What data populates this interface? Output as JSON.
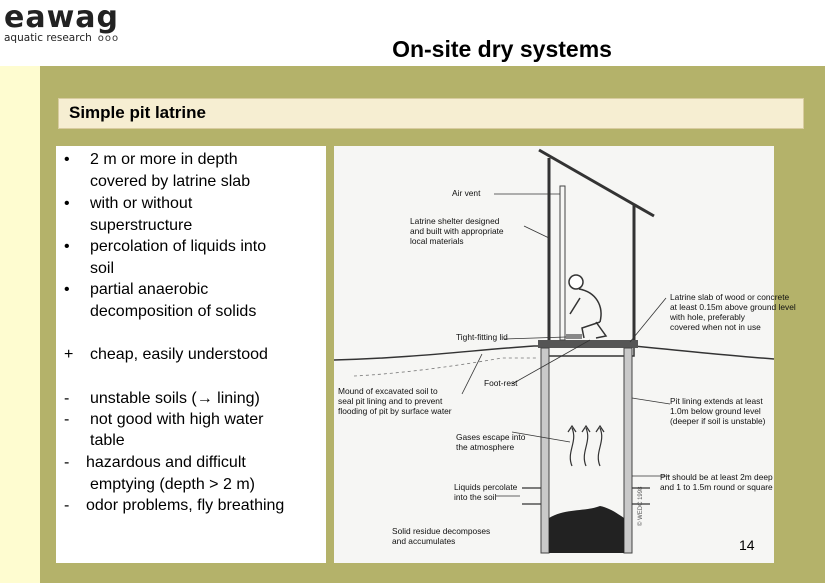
{
  "logo": {
    "word": "eawag",
    "sub": "aquatic research",
    "dots": "ooo"
  },
  "title": "On-site dry systems",
  "subtitle": "Simple pit latrine",
  "bullets": [
    {
      "marker": "•",
      "lines": [
        "2 m or more in depth",
        "covered by latrine slab"
      ]
    },
    {
      "marker": "•",
      "lines": [
        "with or without",
        "superstructure"
      ]
    },
    {
      "marker": "•",
      "lines": [
        "percolation of liquids into",
        "soil"
      ]
    },
    {
      "marker": "•",
      "lines": [
        "partial anaerobic",
        "decomposition of solids"
      ]
    }
  ],
  "pros": [
    {
      "marker": "+",
      "lines": [
        "cheap, easily understood"
      ]
    }
  ],
  "cons": [
    {
      "marker": "-",
      "lines": [
        "unstable soils (→ lining)"
      ]
    },
    {
      "marker": "-",
      "lines": [
        "not good with high water",
        "table"
      ]
    },
    {
      "marker": "-",
      "lines": [
        "hazardous and difficult",
        "emptying (depth > 2 m)"
      ]
    },
    {
      "marker": "-",
      "lines": [
        "odor problems, fly breathing"
      ]
    }
  ],
  "diagram": {
    "labels": {
      "air_vent": [
        "Air vent"
      ],
      "shelter": [
        "Latrine shelter designed",
        "and built with appropriate",
        "local materials"
      ],
      "slab": [
        "Latrine slab of wood or concrete",
        "at least 0.15m above ground level",
        "with hole, preferably",
        "covered when not in use"
      ],
      "lid": [
        "Tight-fitting lid"
      ],
      "foot_rest": [
        "Foot-rest"
      ],
      "mound": [
        "Mound of excavated soil to",
        "seal pit lining and to prevent",
        "flooding of pit by surface water"
      ],
      "lining": [
        "Pit lining extends at least",
        "1.0m below ground level",
        "(deeper if soil is unstable)"
      ],
      "gases": [
        "Gases escape into",
        "the atmosphere"
      ],
      "depth": [
        "Pit should be at least 2m deep",
        "and 1 to 1.5m round or square"
      ],
      "liquids": [
        "Liquids percolate",
        "into the soil"
      ],
      "solids": [
        "Solid residue decomposes",
        "and accumulates"
      ],
      "copyright": "© WEDC 1998"
    }
  },
  "page_number": "14"
}
